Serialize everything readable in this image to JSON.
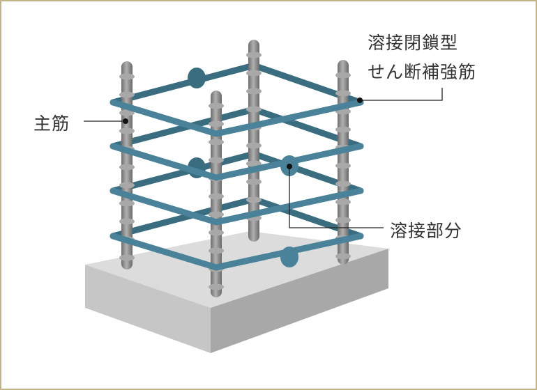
{
  "labels": {
    "main_rebar": "主筋",
    "hoop_line1": "溶接閉鎖型",
    "hoop_line2": "せん断補強筋",
    "weld": "溶接部分"
  },
  "colors": {
    "border": "#c2b58c",
    "hoop": "#4a8299",
    "hoop_dark": "#3a6d80",
    "rebar": "#8a8a8a",
    "slab_top": "#d9d9d9",
    "slab_left": "#c4c4c4",
    "slab_right": "#a9a9a9"
  }
}
